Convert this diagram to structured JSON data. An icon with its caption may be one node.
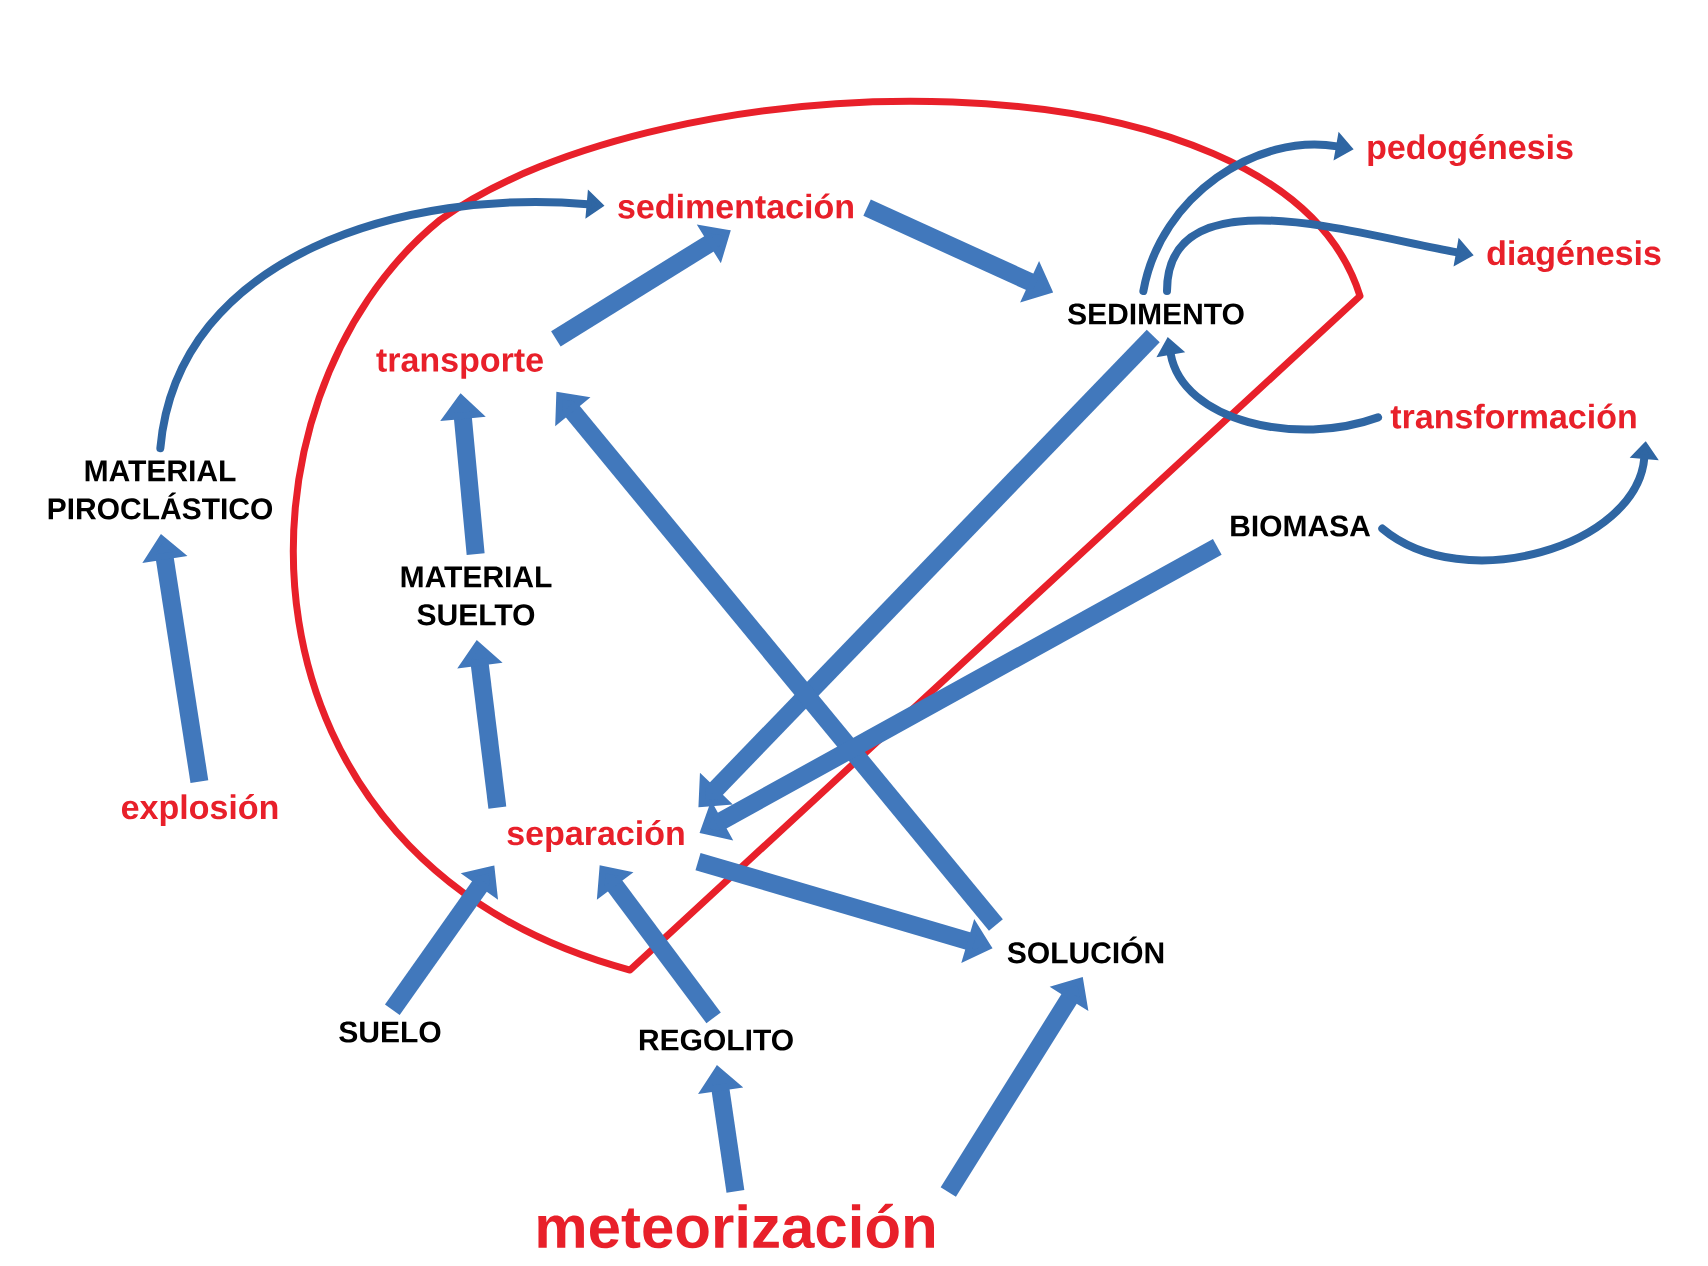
{
  "diagram": {
    "nodes": [
      {
        "text": [
          "pedogénesis"
        ]
      },
      {
        "text": [
          "sedimentación"
        ]
      },
      {
        "text": [
          "diagénesis"
        ]
      },
      {
        "text": [
          "SEDIMENTO"
        ]
      },
      {
        "text": [
          "transporte"
        ]
      },
      {
        "text": [
          "transformación"
        ]
      },
      {
        "text": [
          "MATERIAL PIROCLÁSTICO"
        ]
      },
      {
        "text": [
          "BIOMASA"
        ]
      },
      {
        "text": [
          "MATERIAL SUELTO"
        ]
      },
      {
        "text": [
          "explosión"
        ]
      },
      {
        "text": [
          "separación"
        ]
      },
      {
        "text": [
          "SOLUCIÓN"
        ]
      },
      {
        "text": [
          "SUELO"
        ]
      },
      {
        "text": [
          "REGOLITO"
        ]
      },
      {
        "text": [
          "meteorización"
        ]
      }
    ],
    "edges": [
      {
        "from": 9,
        "to": 6,
        "arrow": "to"
      },
      {
        "from": 6,
        "to": 1,
        "arrow": "to"
      },
      {
        "from": 8,
        "to": 4,
        "arrow": "to"
      },
      {
        "from": 4,
        "to": 1,
        "arrow": "to"
      },
      {
        "from": 1,
        "to": 3,
        "arrow": "to"
      },
      {
        "from": 3,
        "to": 0,
        "arrow": "to"
      },
      {
        "from": 3,
        "to": 2,
        "arrow": "to"
      },
      {
        "from": 5,
        "to": 3,
        "arrow": "to"
      },
      {
        "from": 7,
        "to": 5,
        "arrow": "to"
      },
      {
        "from": 3,
        "to": 10,
        "arrow": "to"
      },
      {
        "from": 11,
        "to": 4,
        "arrow": "to"
      },
      {
        "from": 7,
        "to": 10,
        "arrow": "to"
      },
      {
        "from": 10,
        "to": 8,
        "arrow": "to"
      },
      {
        "from": 10,
        "to": 11,
        "arrow": "to"
      },
      {
        "from": 12,
        "to": 10,
        "arrow": "to"
      },
      {
        "from": 13,
        "to": 10,
        "arrow": "to"
      },
      {
        "from": 14,
        "to": 13,
        "arrow": "to"
      },
      {
        "from": 14,
        "to": 11,
        "arrow": "to"
      }
    ]
  }
}
